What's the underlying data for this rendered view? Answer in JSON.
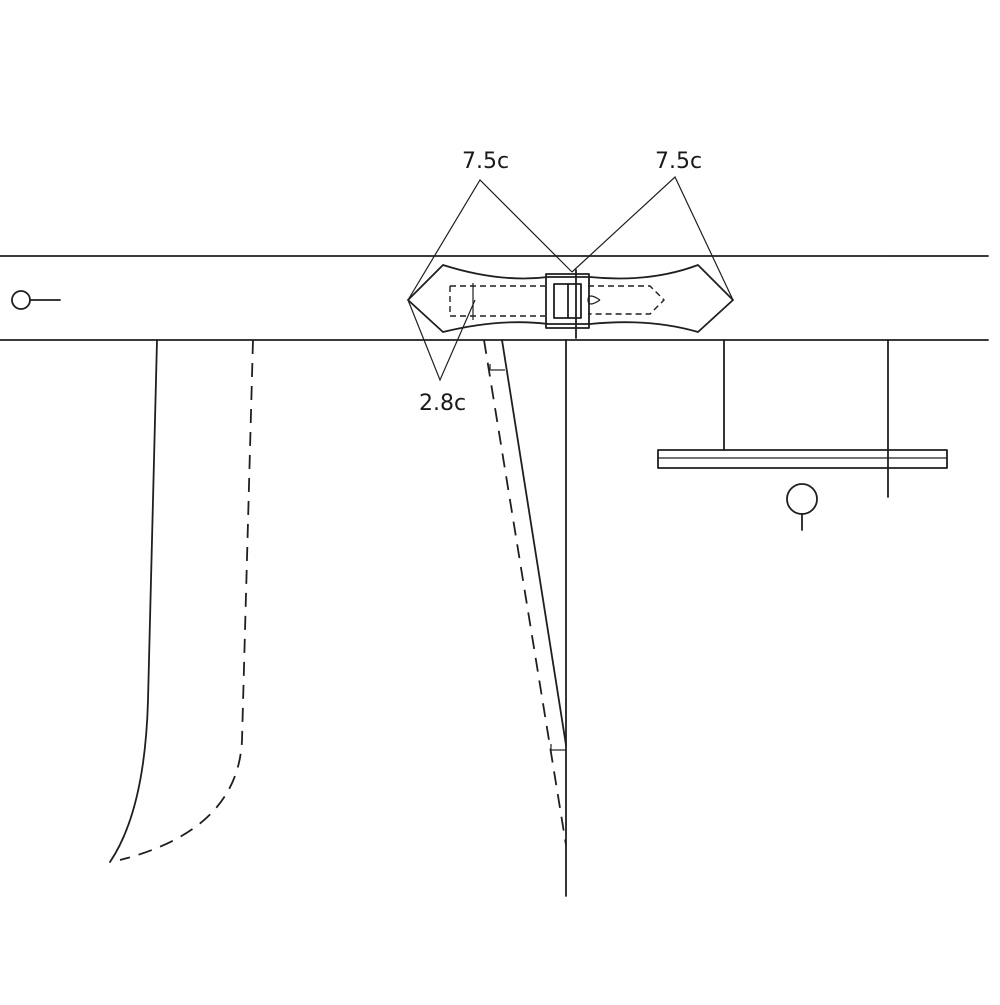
{
  "diagram": {
    "labels": {
      "left_measure": "7.5c",
      "right_measure": "7.5c",
      "bottom_measure": "2.8c"
    }
  }
}
